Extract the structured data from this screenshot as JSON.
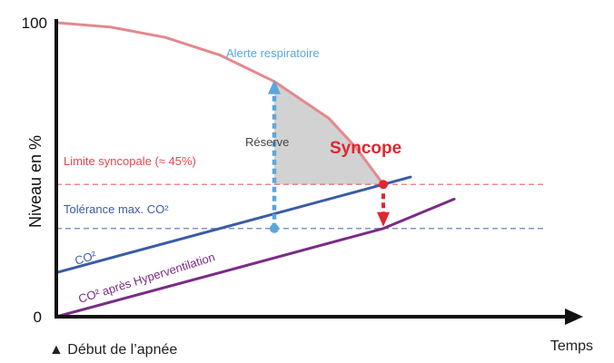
{
  "chart_data": {
    "type": "line",
    "ylabel": "Niveau en %",
    "xlabel": "Temps",
    "footer": "▲ Début de l’apnée",
    "y_ticks": [
      "0",
      "100"
    ],
    "ylim": [
      0,
      100
    ],
    "xlim": [
      0,
      100
    ],
    "series": [
      {
        "name": "",
        "role": "oxygen",
        "color": "#e3898d",
        "x": [
          0,
          10,
          20,
          30,
          40,
          50,
          55,
          58,
          60
        ],
        "y": [
          100,
          98.5,
          95,
          89,
          80,
          67.5,
          57.5,
          50,
          45
        ]
      },
      {
        "name": "CO²",
        "color": "#3a5ca6",
        "x": [
          0,
          60,
          65
        ],
        "y": [
          15,
          45,
          47.5
        ]
      },
      {
        "name": "CO² après Hyperventilation",
        "color": "#7a2b86",
        "x": [
          0,
          60,
          73
        ],
        "y": [
          0,
          30,
          40
        ]
      }
    ],
    "reference_lines": [
      {
        "label": "Limite syncopale (≈ 45%)",
        "y": 45,
        "color": "#e2474d"
      },
      {
        "label": "Tolérance max. CO²",
        "y": 30,
        "color": "#3a5ca6"
      }
    ],
    "annotations": {
      "reserve_label": "Réserve",
      "alert_label": "Alerte respiratoire",
      "alert_x": 40,
      "alert_y_from": 30,
      "alert_y_to": 80,
      "syncope_label": "Syncope",
      "syncope_x": 60,
      "syncope_y_from": 45,
      "syncope_y_to": 30
    },
    "colors": {
      "axis": "#111111",
      "reserve_fill": "#d2d2d2",
      "alert": "#5aa7dc",
      "syncope": "#e0262f"
    }
  }
}
